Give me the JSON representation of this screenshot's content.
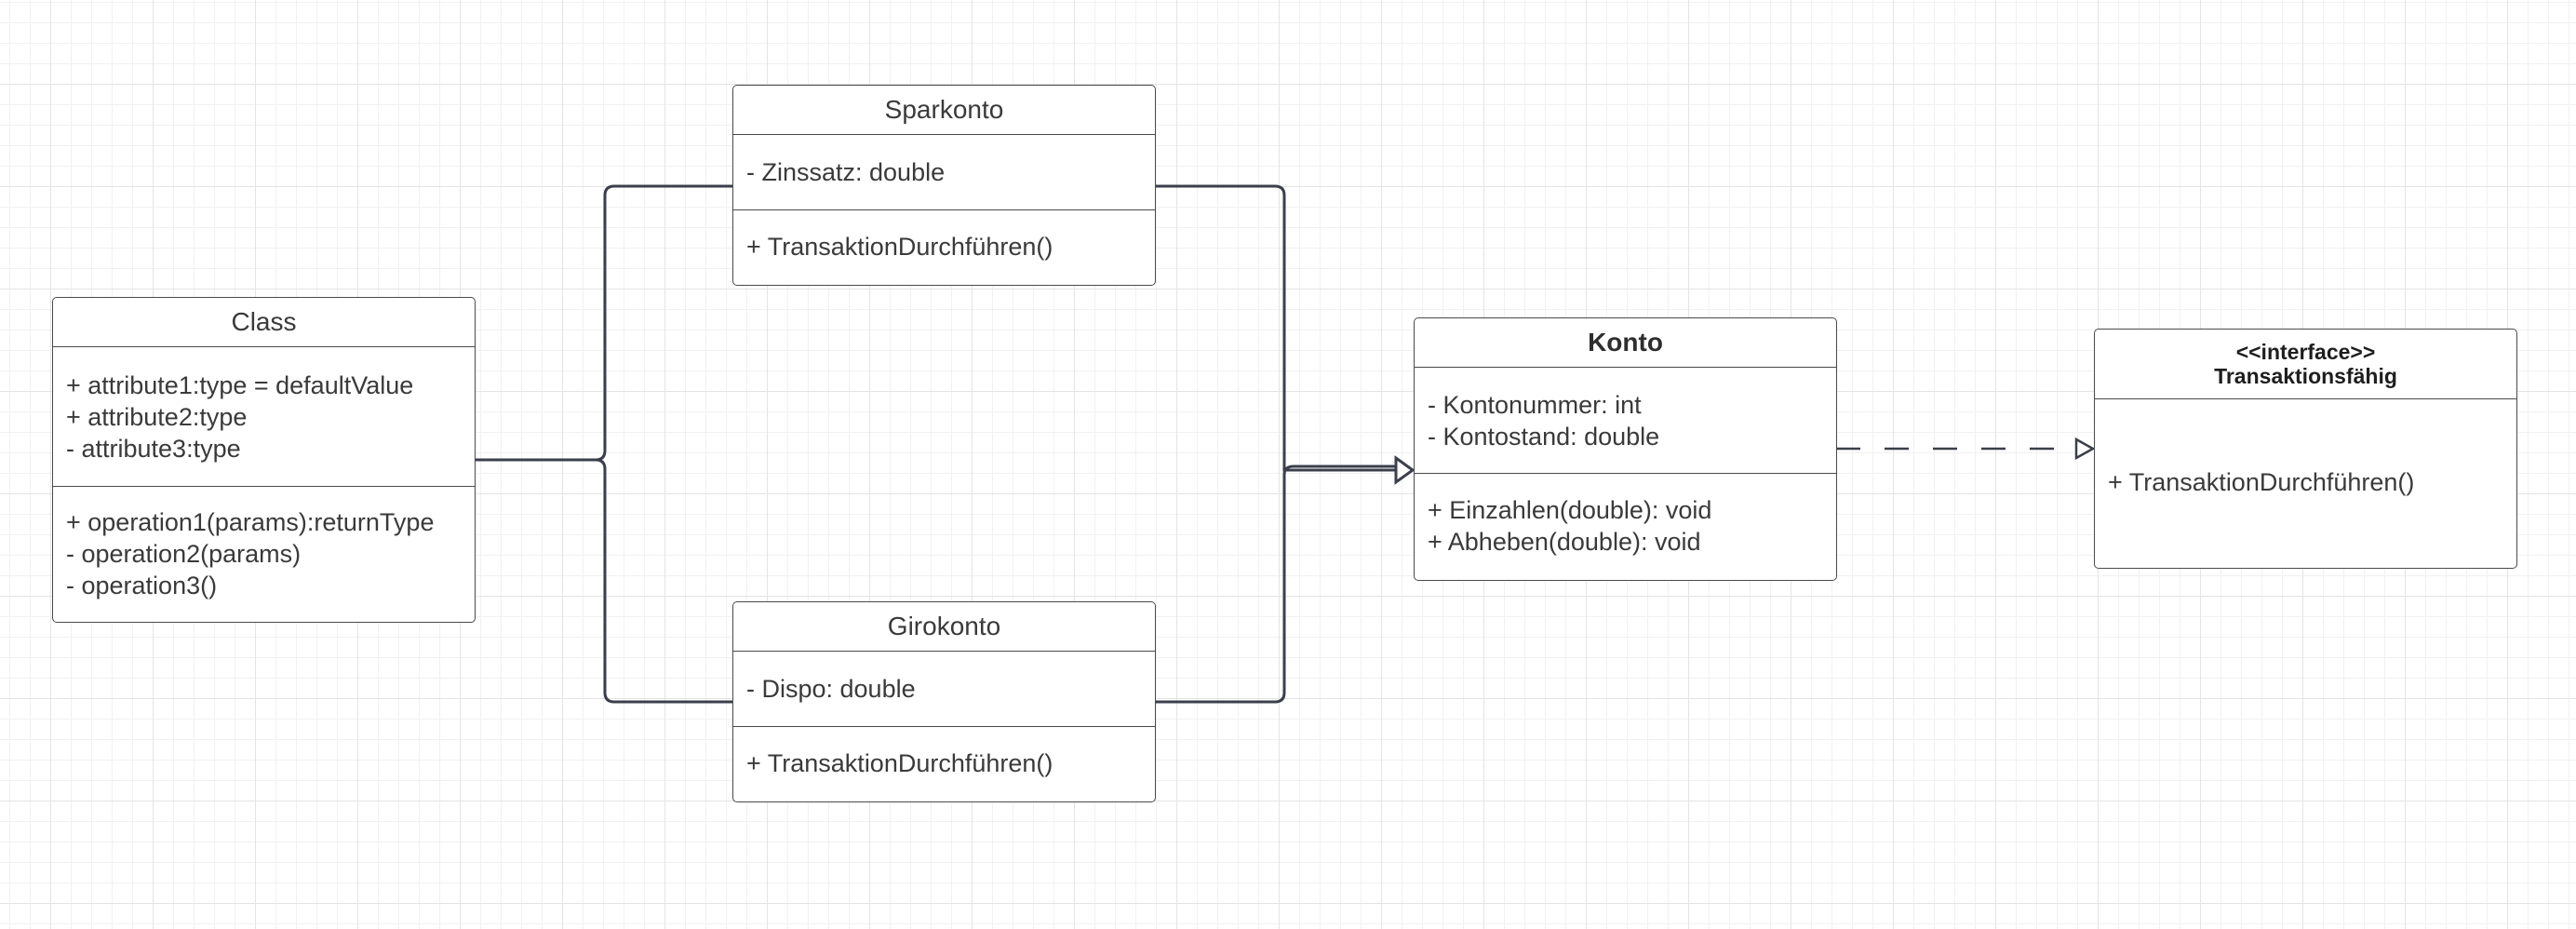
{
  "classes": {
    "class": {
      "name": "Class",
      "attributes": [
        "+ attribute1:type = defaultValue",
        "+ attribute2:type",
        "- attribute3:type"
      ],
      "operations": [
        "+ operation1(params):returnType",
        "- operation2(params)",
        "- operation3()"
      ]
    },
    "sparkonto": {
      "name": "Sparkonto",
      "attributes": [
        "- Zinssatz: double"
      ],
      "operations": [
        "+ TransaktionDurchführen()"
      ]
    },
    "girokonto": {
      "name": "Girokonto",
      "attributes": [
        "- Dispo: double"
      ],
      "operations": [
        "+ TransaktionDurchführen()"
      ]
    },
    "konto": {
      "name": "Konto",
      "attributes": [
        "- Kontonummer: int",
        "- Kontostand: double"
      ],
      "operations": [
        "+ Einzahlen(double): void",
        "+ Abheben(double): void"
      ]
    },
    "transaktionsfaehig": {
      "stereotype": "<<interface>>",
      "name": "Transaktionsfähig",
      "operations": [
        "+ TransaktionDurchführen()"
      ]
    }
  },
  "relations": [
    {
      "from": "sparkonto",
      "to": "konto",
      "type": "generalization"
    },
    {
      "from": "girokonto",
      "to": "konto",
      "type": "generalization"
    },
    {
      "from": "konto",
      "to": "transaktionsfaehig",
      "type": "realization"
    },
    {
      "from": "class",
      "to": "sparkonto",
      "type": "association"
    },
    {
      "from": "class",
      "to": "girokonto",
      "type": "association"
    }
  ],
  "colors": {
    "line": "#3a3f4b",
    "border": "#4a4a4a",
    "text": "#3a3a3a",
    "grid": "#e4e4e4"
  }
}
